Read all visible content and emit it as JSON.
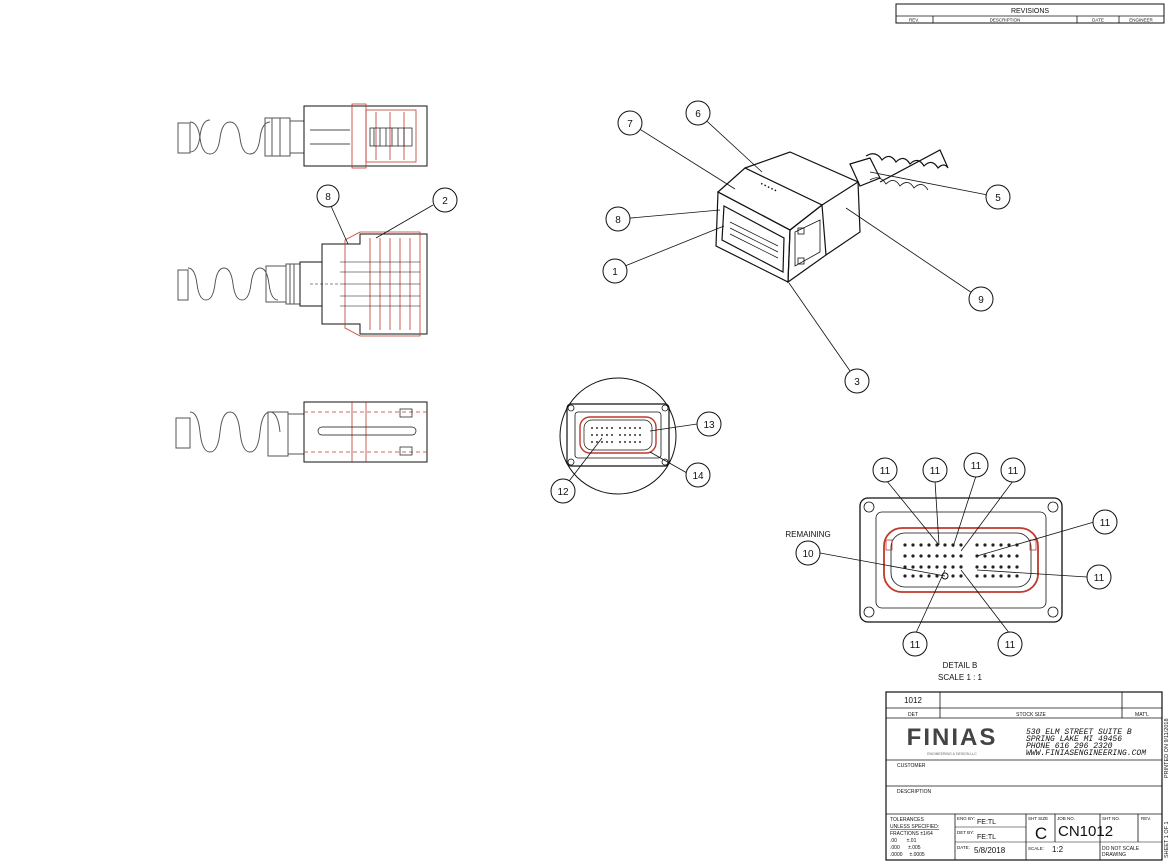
{
  "revisions": {
    "title": "REVISIONS",
    "headers": [
      "REV.",
      "DESCRIPTION",
      "DATE",
      "ENGINEER"
    ]
  },
  "balloons": {
    "side_top": [
      "8",
      "2"
    ],
    "iso": [
      "7",
      "6",
      "8",
      "1",
      "5",
      "9",
      "3"
    ],
    "face": [
      "13",
      "14",
      "12"
    ],
    "detail": [
      "11",
      "11",
      "11",
      "11",
      "11",
      "10",
      "11",
      "11",
      "11"
    ]
  },
  "detail": {
    "remaining_label": "REMAINING",
    "title": "DETAIL B",
    "scale": "SCALE 1 : 1"
  },
  "title_block": {
    "det_value": "1012",
    "det_label": "DET",
    "stock_size_label": "STOCK SIZE",
    "matl_label": "MAT'L",
    "company": "FINIAS",
    "company_tag": "ENGINEERING & DESIGN LLC",
    "address": [
      "530 ELM STREET SUITE B",
      "SPRING LAKE MI 49456",
      "PHONE 616 296 2320",
      "WWW.FINIASENGINEERING.COM"
    ],
    "customer_label": "CUSTOMER",
    "description_label": "DESCRIPTION",
    "tolerances": [
      "TOLERANCES",
      "UNLESS SPECIFIED:",
      "FRACTIONS ±1/64",
      ".00       ±.01",
      ".000      ±.005",
      ".0000     ±.0005"
    ],
    "eng_by_label": "ENG BY:",
    "eng_by": "FE:TL",
    "det_by_label": "DET BY:",
    "det_by": "FE:TL",
    "date_label": "DATE:",
    "date": "5/8/2018",
    "sht_size_label": "SHT SIZE",
    "sht_size": "C",
    "job_no_label": "JOB NO.",
    "job_no": "CN1012",
    "sht_no_label": "SHT NO.",
    "rev_label": "REV.",
    "scale_label": "SCALE:",
    "scale": "1:2",
    "do_not_scale": [
      "DO NOT SCALE",
      "DRAWING"
    ],
    "printed_on": "PRINTED ON 9/11/2018",
    "sheet": "SHEET 1 OF 1"
  }
}
